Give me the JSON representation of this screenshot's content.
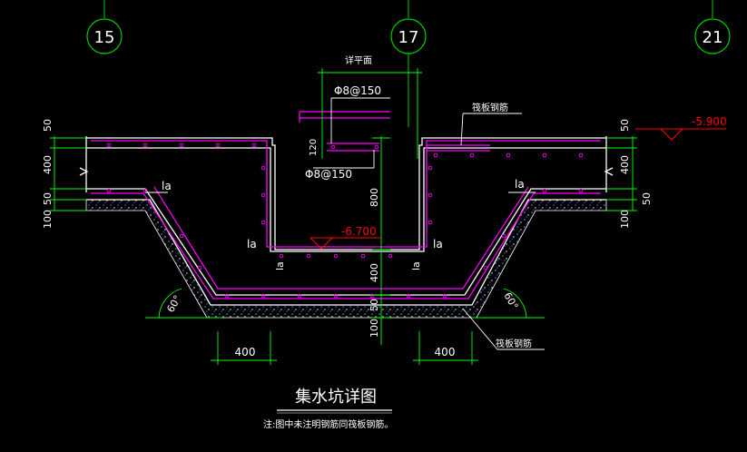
{
  "axes": {
    "left": "15",
    "mid": "17",
    "right": "21"
  },
  "labels": {
    "detail_plan": "详平面",
    "rebar_top": "Φ8@150",
    "rebar_mid": "Φ8@150",
    "raft_rebar_top": "筏板钢筋",
    "raft_rebar_bottom": "筏板钢筋",
    "la": "la",
    "elev_slab": "-5.900",
    "elev_pit": "-6.700",
    "dim_800": "800",
    "dim_400_v": "400",
    "dim_100_v": "100",
    "dim_120": "120",
    "dim_50": "50",
    "dim_400": "400",
    "dim_100": "100",
    "angle": "60°",
    "bottom_400": "400",
    "title": "集水坑详图",
    "note": "注:图中未注明钢筋同筏板钢筋。"
  },
  "colors": {
    "axis": "#00cc00",
    "concrete": "#ffffff",
    "rebar": "#ff00ff",
    "dim": "#00ff00",
    "elevation": "#ff0000",
    "leader": "#ffffff",
    "text": "#ffffff"
  }
}
